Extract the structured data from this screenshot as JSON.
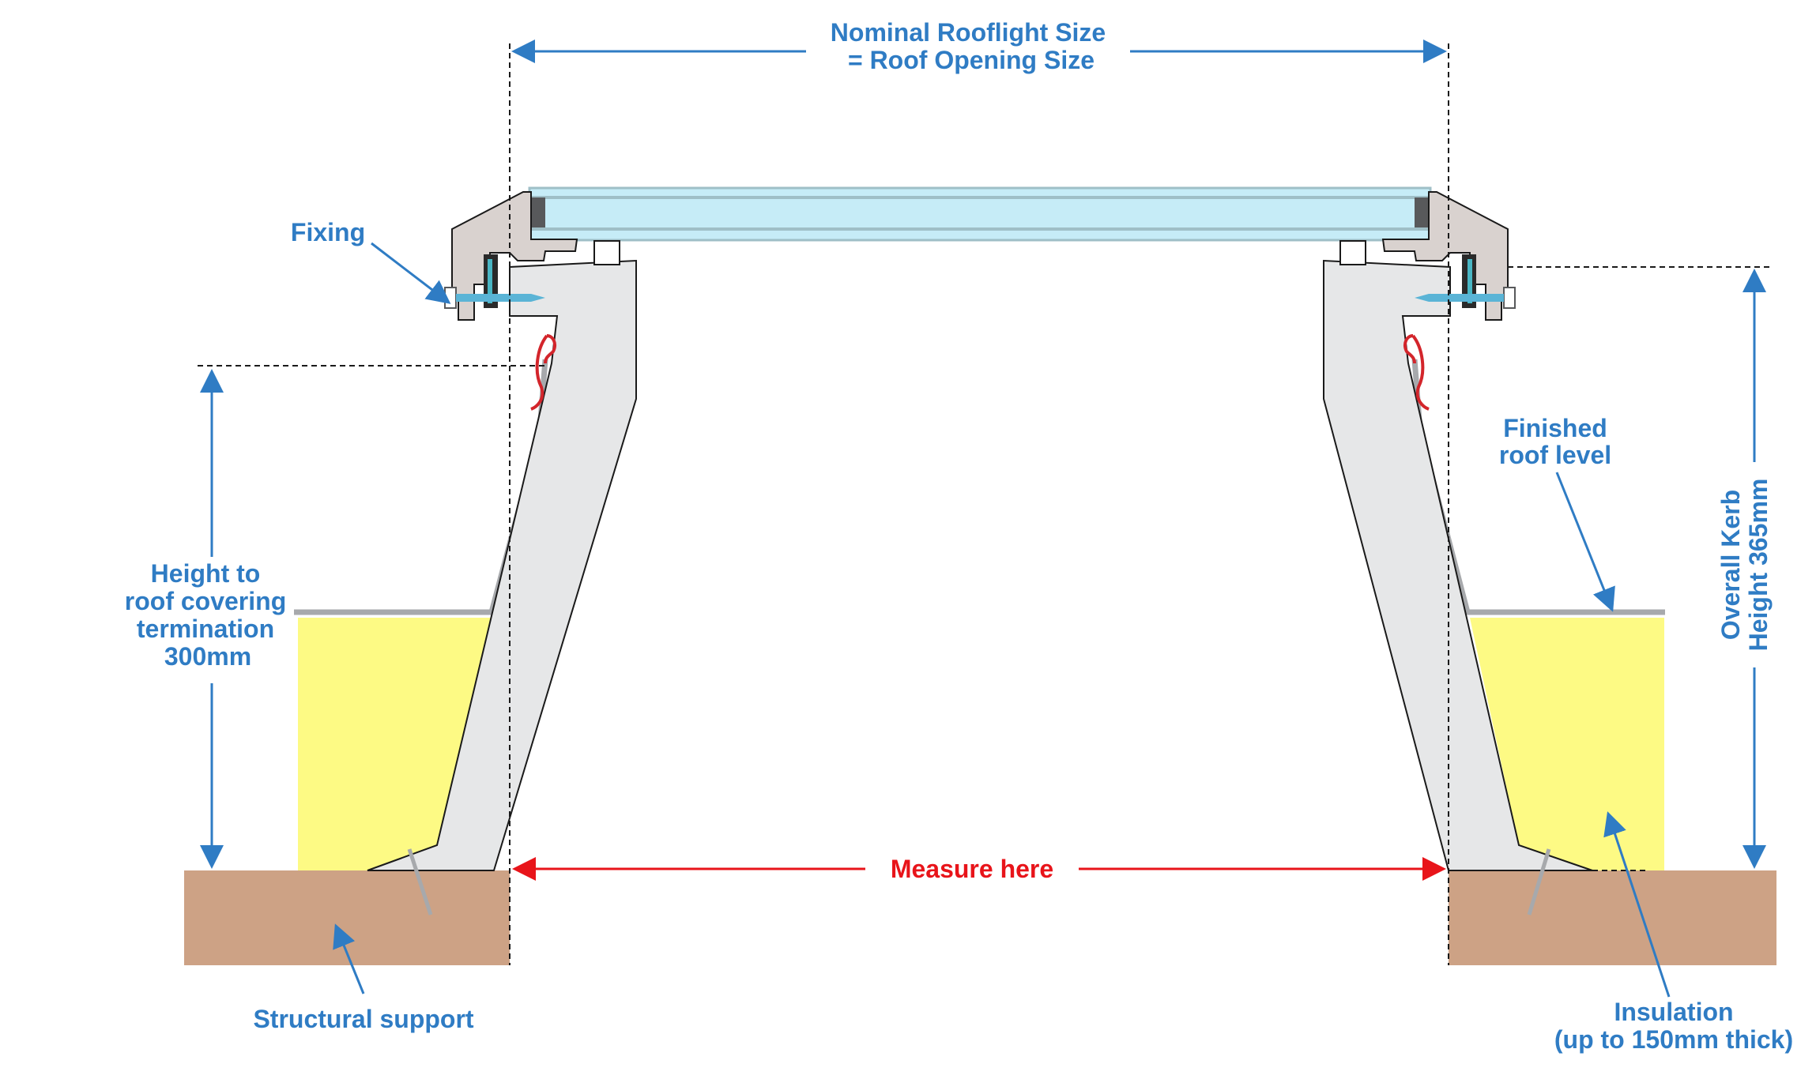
{
  "colors": {
    "label_blue": "#2f7cc4",
    "measure_red": "#e8141a",
    "glass": "#c6ecf7",
    "glass_edge": "#9fbfc7",
    "kerb": "#e6e7e8",
    "frame": "#d9d2cf",
    "insulation": "#fdfa84",
    "structure": "#cda285",
    "roof_covering": "#a7a9ac",
    "seal": "#d3252b"
  },
  "labels": {
    "nominal_line1": "Nominal Rooflight Size",
    "nominal_line2": "= Roof Opening Size",
    "fixing": "Fixing",
    "finished_roof_line1": "Finished",
    "finished_roof_line2": "roof level",
    "height_line1": "Height to",
    "height_line2": "roof covering",
    "height_line3": "termination",
    "height_line4": "300mm",
    "overall_line1": "Overall Kerb",
    "overall_line2": "Height 365mm",
    "measure": "Measure here",
    "structural": "Structural support",
    "insulation_line1": "Insulation",
    "insulation_line2": "(up to 150mm thick)"
  }
}
